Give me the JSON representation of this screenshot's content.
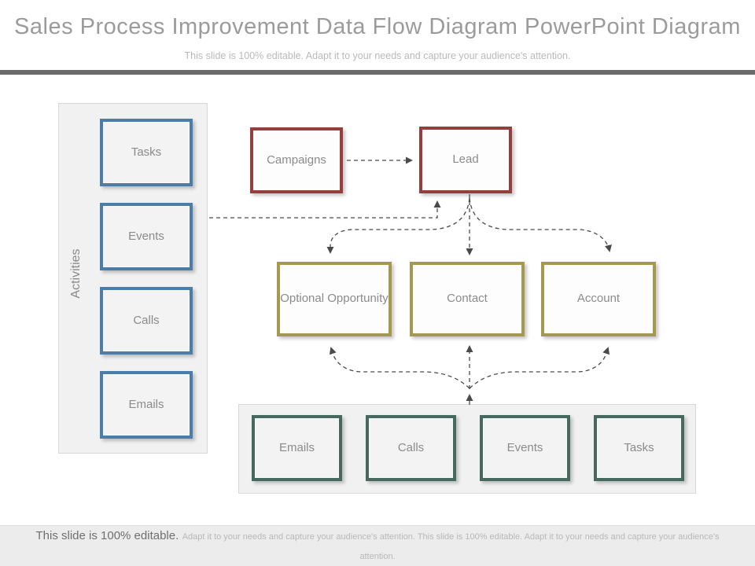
{
  "slide": {
    "title": "Sales Process Improvement Data Flow Diagram PowerPoint Diagram",
    "subtitle": "This slide is 100% editable. Adapt it to your needs and capture your audience's attention."
  },
  "colors": {
    "activity_blue": "#4b7dab",
    "campaign_red": "#943e3e",
    "record_olive": "#a59850",
    "task_green": "#45695e",
    "panel_gray": "#f1f1f1",
    "connector_gray": "#4a4a4a"
  },
  "activities_panel": {
    "label": "Activities",
    "items": [
      "Tasks",
      "Events",
      "Calls",
      "Emails"
    ]
  },
  "flow": {
    "campaigns": "Campaigns",
    "lead": "Lead",
    "middle": [
      "Optional Opportunity",
      "Contact",
      "Account"
    ]
  },
  "bottom_panel": {
    "items": [
      "Emails",
      "Calls",
      "Events",
      "Tasks"
    ]
  },
  "footer": {
    "lead": "This slide is 100% editable.",
    "rest": "Adapt it to your needs and capture your audience's attention. This slide is 100% editable. Adapt it to your needs and capture your audience's attention."
  }
}
